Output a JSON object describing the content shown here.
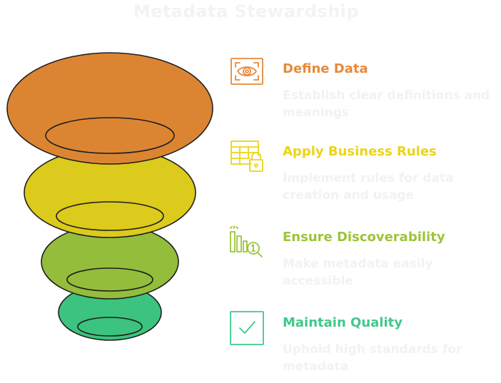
{
  "title": "Metadata Stewardship",
  "colors": {
    "stroke": "#1e1e1e",
    "title_text": "#f3f3f3",
    "desc_text": "#f2f2f2"
  },
  "steps": [
    {
      "title": "Define Data",
      "description": "Establish clear definitions and meanings",
      "icon": "eye-scan-icon",
      "color": "#e8893a",
      "fill": "#db8533"
    },
    {
      "title": "Apply Business Rules",
      "description": "Implement rules for data creation and usage",
      "icon": "table-lock-icon",
      "color": "#ecd417",
      "fill": "#dcca1c"
    },
    {
      "title": "Ensure Discoverability",
      "description": "Make metadata easily accessible",
      "icon": "chart-search-icon",
      "color": "#9cc438",
      "fill": "#93bd3b"
    },
    {
      "title": "Maintain Quality",
      "description": "Uphold high standards for metadata",
      "icon": "checkbox-icon",
      "color": "#3fc98a",
      "fill": "#3cc37f"
    }
  ]
}
